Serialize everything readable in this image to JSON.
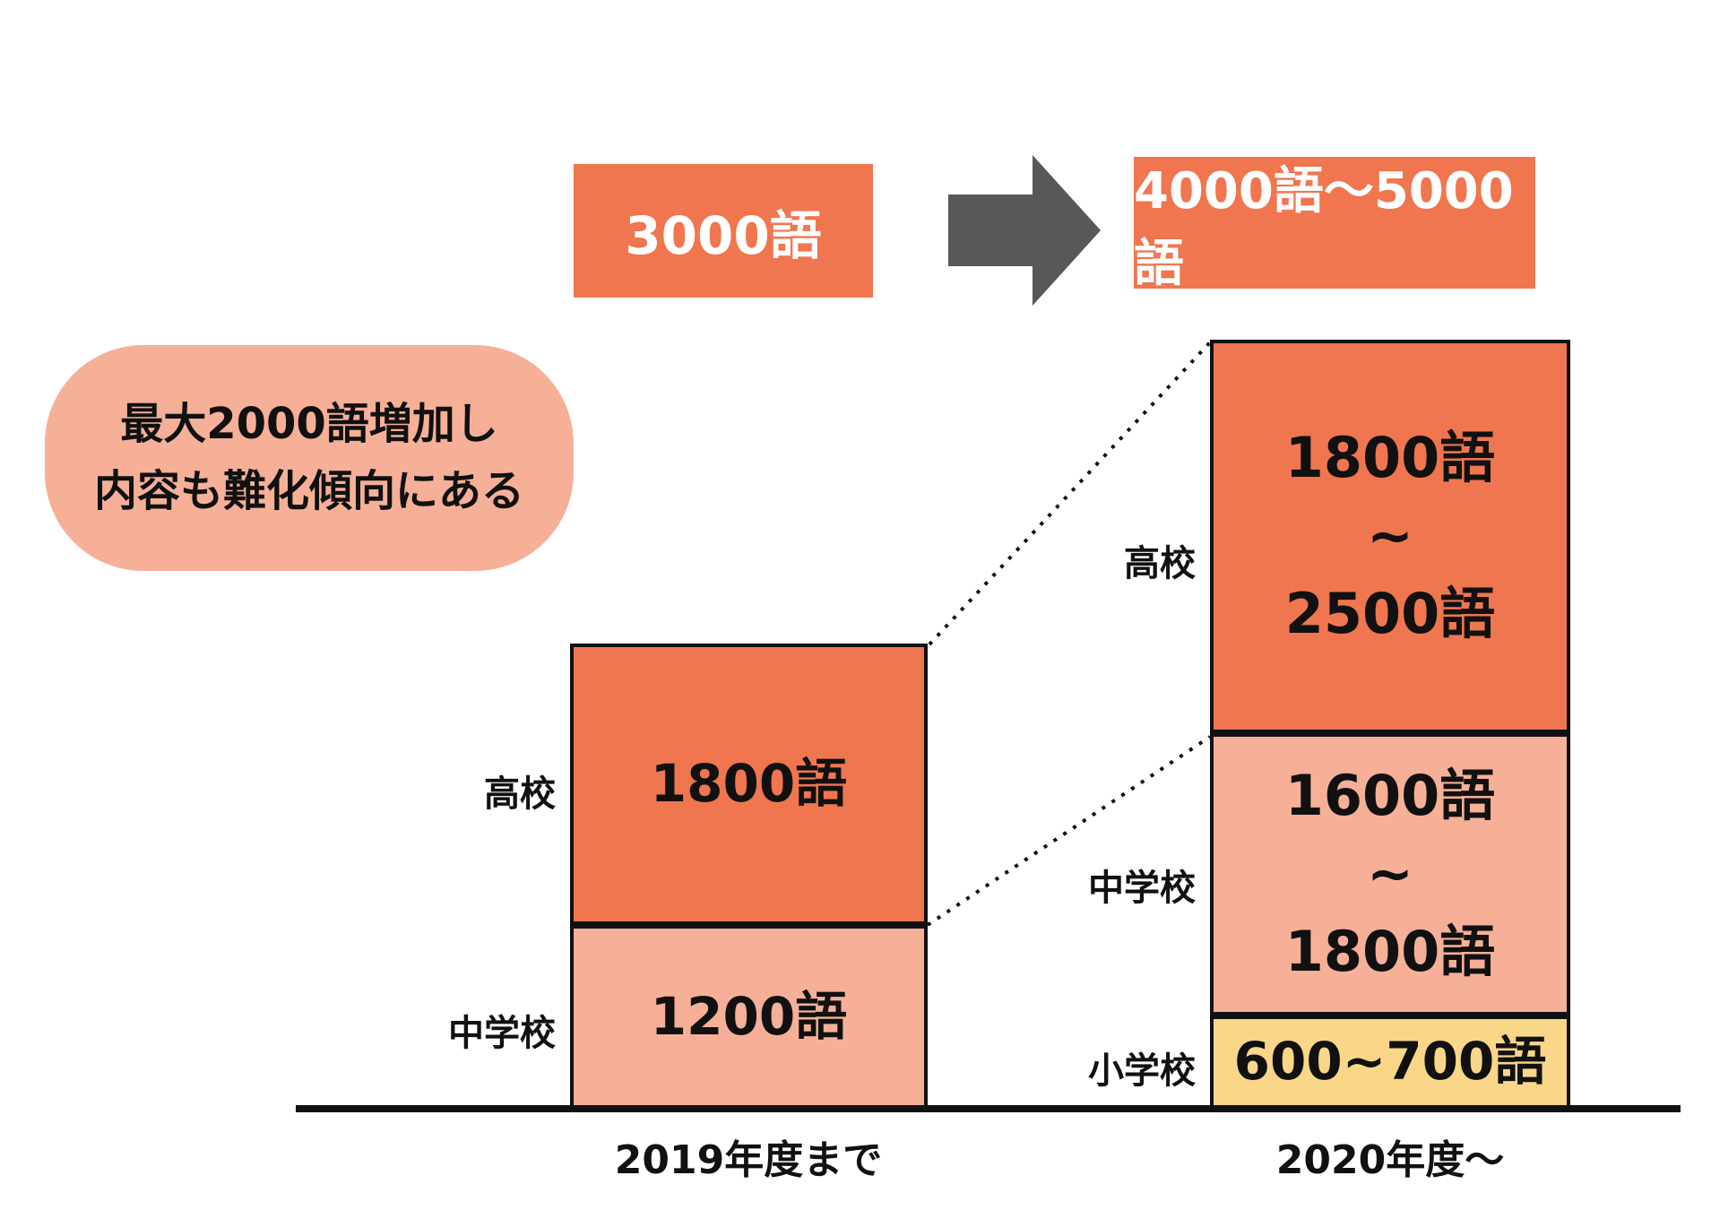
{
  "top_flow": {
    "before_box": "3000語",
    "after_box": "4000語〜5000語"
  },
  "callout": {
    "line1": "最大2000語増加し",
    "line2": "内容も難化傾向にある"
  },
  "bars": {
    "before": {
      "axis_label": "2019年度まで",
      "segments": [
        {
          "school": "高校",
          "lines": [
            "1800語"
          ]
        },
        {
          "school": "中学校",
          "lines": [
            "1200語"
          ]
        }
      ]
    },
    "after": {
      "axis_label": "2020年度〜",
      "segments": [
        {
          "school": "高校",
          "lines": [
            "1800語",
            "~",
            "2500語"
          ]
        },
        {
          "school": "中学校",
          "lines": [
            "1600語",
            "~",
            "1800語"
          ]
        },
        {
          "school": "小学校",
          "lines": [
            "600~700語"
          ]
        }
      ]
    }
  },
  "chart_data": {
    "type": "bar",
    "subtype": "stacked-column",
    "title": "",
    "categories": [
      "2019年度まで",
      "2020年度〜"
    ],
    "series": [
      {
        "name": "小学校",
        "values": [
          0,
          650
        ],
        "value_labels": [
          "",
          "600~700語"
        ],
        "color": "#FAD689"
      },
      {
        "name": "中学校",
        "values": [
          1200,
          1700
        ],
        "value_labels": [
          "1200語",
          "1600語~1800語"
        ],
        "color": "#F6B098"
      },
      {
        "name": "高校",
        "values": [
          1800,
          2150
        ],
        "value_labels": [
          "1800語",
          "1800語~2500語"
        ],
        "color": "#F0764F"
      }
    ],
    "totals_labels": [
      "3000語",
      "4000語〜5000語"
    ],
    "annotation": "最大2000語増加し 内容も難化傾向にある",
    "ylabel": "",
    "xlabel": "",
    "grid": false,
    "legend_position": "none",
    "axis_color": "#111111"
  },
  "colors": {
    "orange": "#F0764F",
    "pink": "#F6B098",
    "yellow": "#FAD689",
    "arrow_gray": "#595757",
    "line_black": "#111111",
    "background": "#ffffff"
  }
}
